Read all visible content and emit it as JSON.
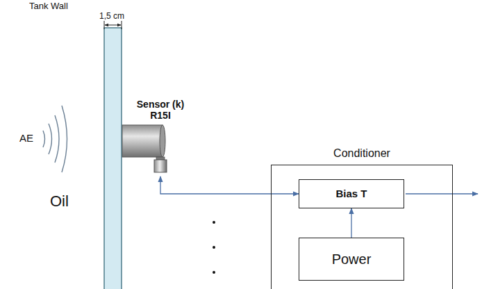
{
  "diagram": {
    "nodes": [
      {
        "text": [
          "Sensor (k) R15I"
        ]
      },
      {
        "text": [
          "Conditioner"
        ]
      },
      {
        "text": [
          "Bias T"
        ],
        "in": 1
      },
      {
        "text": [
          "Power"
        ],
        "in": 1
      }
    ],
    "edges": [
      {
        "from": 0,
        "to": 2,
        "arrow": "both"
      },
      {
        "from": 3,
        "to": 2,
        "arrow": "to"
      }
    ],
    "labels": [
      "Tank Wall",
      "1,5 cm",
      "AE",
      "Oil"
    ]
  }
}
